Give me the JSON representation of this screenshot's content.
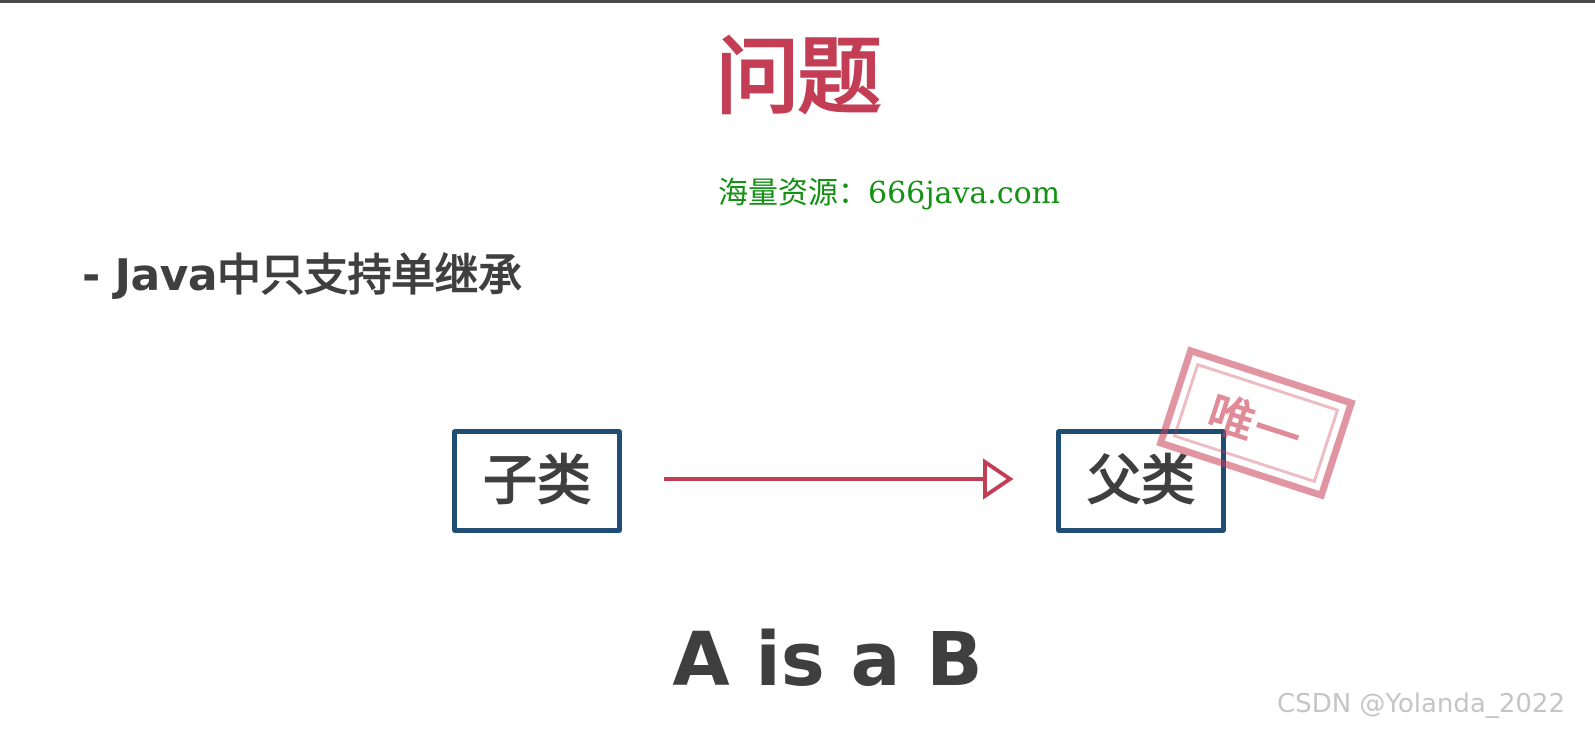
{
  "title": "问题",
  "source_line": "海量资源：666java.com",
  "bullet": "- Java中只支持单继承",
  "diagram": {
    "child_label": "子类",
    "parent_label": "父类",
    "stamp_label": "唯一",
    "arrow_color": "#c33d54",
    "box_border_color": "#1f4d73"
  },
  "tagline": "A is a B",
  "watermark": "CSDN @Yolanda_2022",
  "colors": {
    "title": "#c33d54",
    "source_line": "#159115",
    "text": "#3f3f3f"
  }
}
